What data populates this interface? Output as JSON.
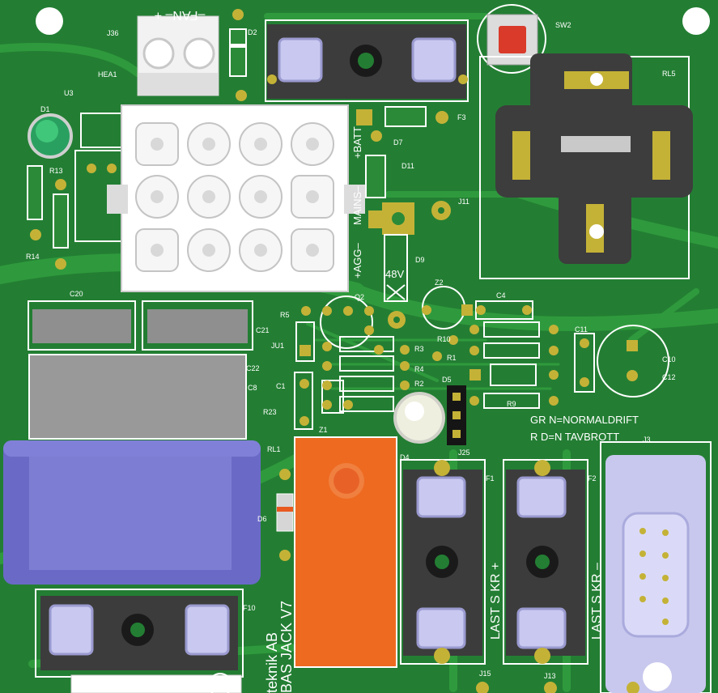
{
  "board": {
    "colors": {
      "pcb": "#237e33",
      "trace": "#2f9a3d",
      "silkscreen": "#ffffff",
      "pad": "#c4b237",
      "relay_orange": "#ee6a20",
      "connector_blue": "#6f6fcb",
      "led_green": "#20b060",
      "dsub_lavender": "#c8c8ee"
    },
    "legends": {
      "normal": "GR N=NORMALDRIFT",
      "alarm": "R D=N TAVBROTT",
      "brand": "teknik AB",
      "product": "BAS JACK V7",
      "out_pos": "LAST S KR +",
      "out_neg": "LAST S KR –",
      "fan": "–FAN–  +",
      "batt": "+BATT",
      "mains": "MAINS–",
      "agg": "+AGG–",
      "voltage": "48V"
    },
    "refdes": {
      "J36": "J36",
      "D2": "D2",
      "HEA1": "HEA1",
      "U3": "U3",
      "D1": "D1",
      "R13": "R13",
      "R14": "R14",
      "F3": "F3",
      "D7": "D7",
      "D11": "D11",
      "J11": "J11",
      "D9": "D9",
      "SW2": "SW2",
      "RL5": "RL5",
      "C20": "C20",
      "C21": "C21",
      "C22": "C22",
      "C8": "C8",
      "R5": "R5",
      "Q2": "Q2",
      "Z2": "Z2",
      "C4": "C4",
      "JU1": "JU1",
      "R3": "R3",
      "R10": "R10",
      "R1": "R1",
      "C11": "C11",
      "C10": "C10",
      "C12": "C12",
      "R4": "R4",
      "R2": "R2",
      "D5": "D5",
      "C1": "C1",
      "R23": "R23",
      "Z1": "Z1",
      "R9": "R9",
      "RL1": "RL1",
      "D4": "D4",
      "J25": "J25",
      "F1": "F1",
      "F2": "F2",
      "J3": "J3",
      "D6": "D6",
      "F10": "F10",
      "J15": "J15",
      "J13": "J13"
    }
  }
}
